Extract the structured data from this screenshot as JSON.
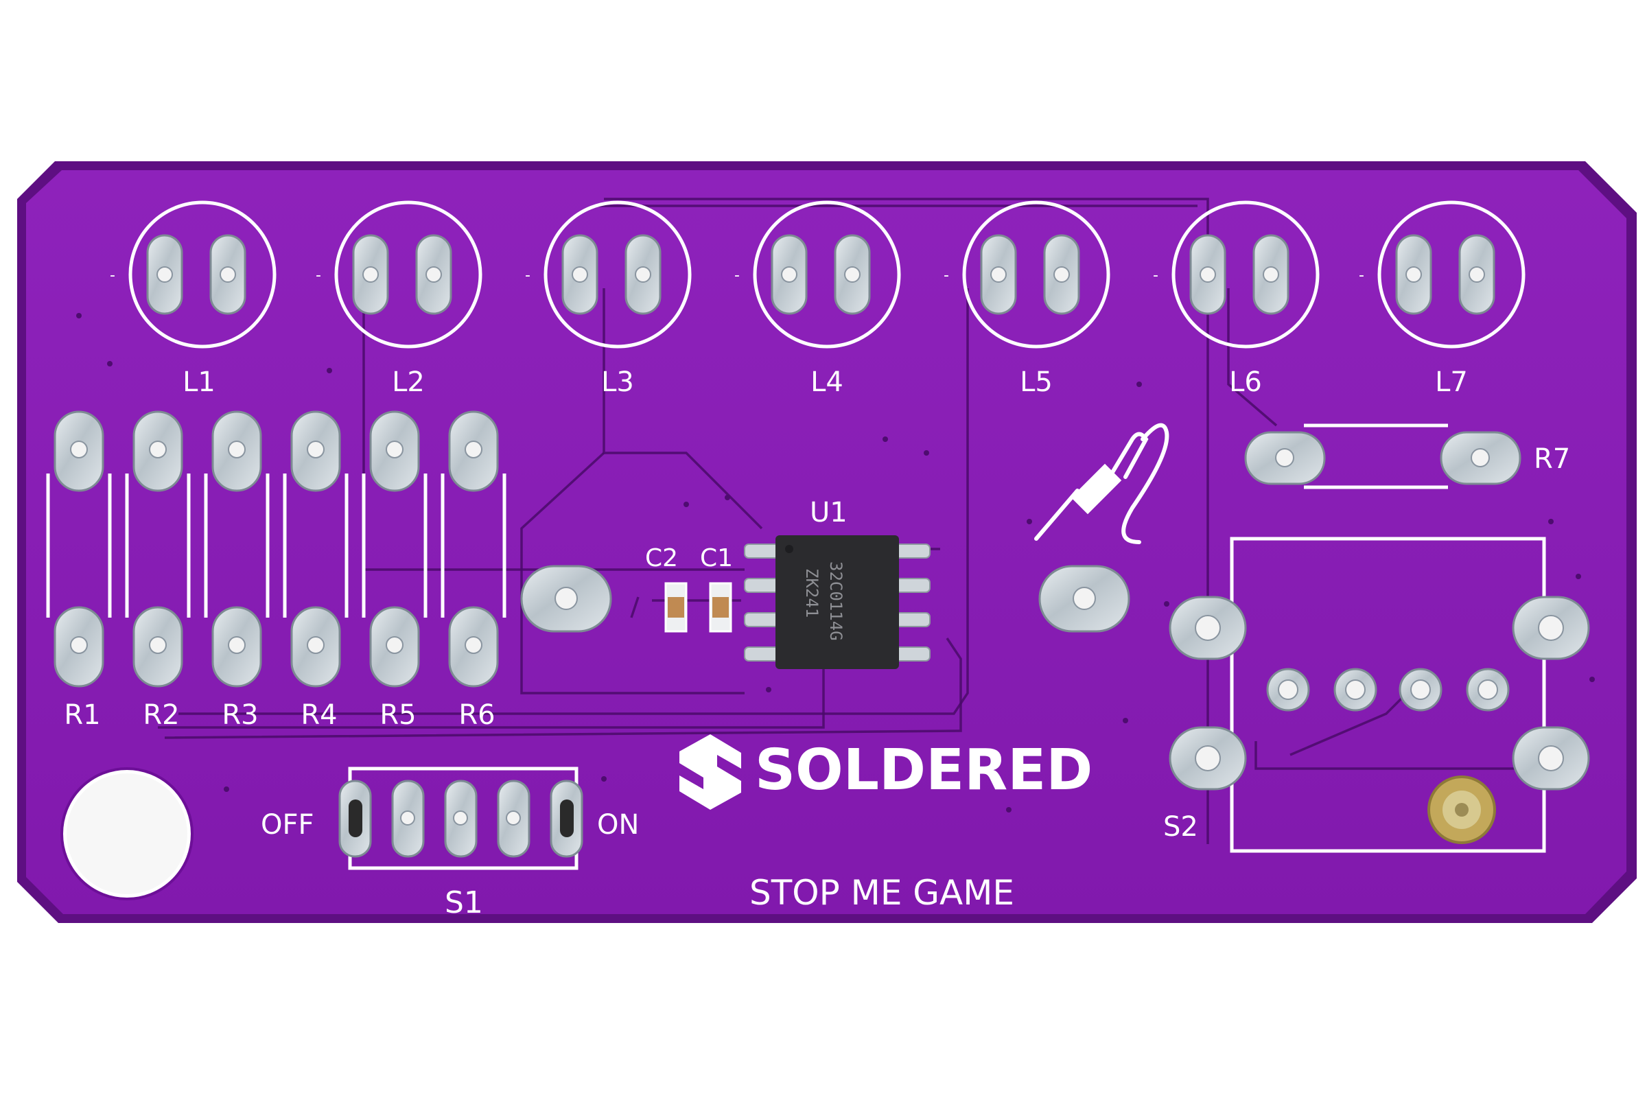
{
  "board": {
    "brand": "SOLDERED",
    "product": "STOP ME GAME",
    "colors": {
      "pcb": "#8a1fb6",
      "pcb_edge": "#5e0f82",
      "silk": "#ffffff",
      "pad": "#c9d0d6"
    }
  },
  "labels": {
    "leds": [
      "L1",
      "L2",
      "L3",
      "L4",
      "L5",
      "L6",
      "L7"
    ],
    "resistors": [
      "R1",
      "R2",
      "R3",
      "R4",
      "R5",
      "R6"
    ],
    "r7": "R7",
    "u1": "U1",
    "c1": "C1",
    "c2": "C2",
    "s1": "S1",
    "s2": "S2",
    "switch_off": "OFF",
    "switch_on": "ON"
  },
  "chip": {
    "marking_line1": "32C0114G",
    "marking_line2": "ZK241"
  },
  "icons": {
    "logo": "soldered-logo-icon",
    "iron": "soldering-iron-icon"
  }
}
